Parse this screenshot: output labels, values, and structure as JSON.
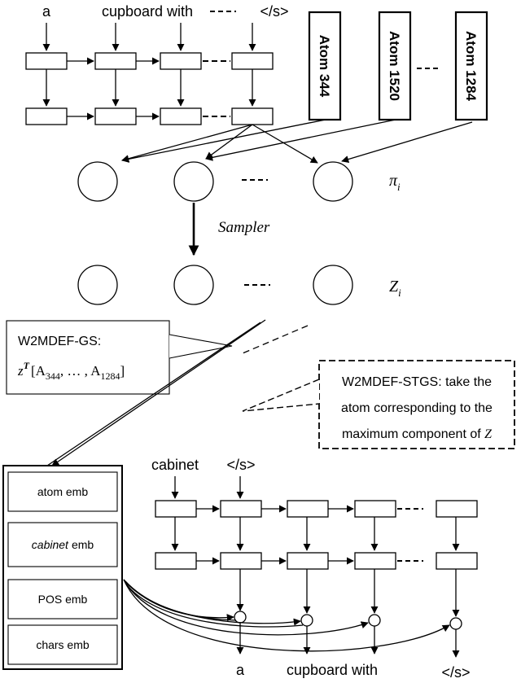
{
  "encoder": {
    "input_tokens": [
      "a",
      "cupboard with",
      "</s>"
    ]
  },
  "atoms": [
    "Atom 344",
    "Atom 1520",
    "Atom 1284"
  ],
  "pi_label": {
    "main": "π",
    "sub": "i"
  },
  "sampler_label": "Sampler",
  "z_label": {
    "main": "Z",
    "sub": "i"
  },
  "gs_box": {
    "line1": "W2MDEF-GS:",
    "z": "z",
    "sup": "T",
    "open": "[A",
    "sub1": "344",
    "mid": ", … , A",
    "sub2": "1284",
    "close": "]"
  },
  "stgs_box": {
    "line1": "W2MDEF-STGS: take the",
    "line2": "atom corresponding to the",
    "line3_pre": "maximum component of ",
    "line3_var": "Z"
  },
  "embeddings": [
    "atom emb",
    "cabinet",
    "emb",
    "POS emb",
    "chars emb"
  ],
  "decoder": {
    "input_tokens": [
      "cabinet",
      "</s>"
    ],
    "output_tokens": [
      "a",
      "cupboard with",
      "</s>"
    ]
  }
}
